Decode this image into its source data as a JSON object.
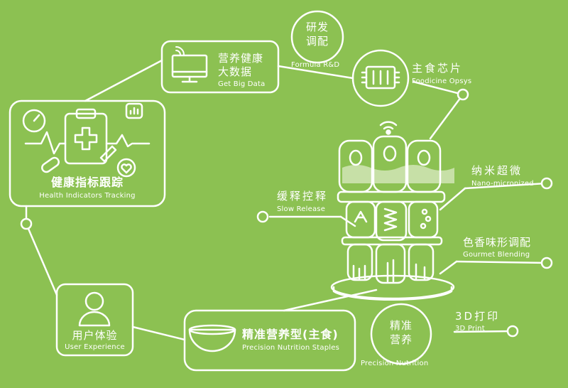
{
  "colors": {
    "background": "#8cc152",
    "foreground": "#ffffff",
    "cup_fill": "#c7e0a7"
  },
  "nodes": {
    "big_data": {
      "zh_line1": "营养健康",
      "zh_line2": "大数据",
      "en": "Get Big Data",
      "icon": "monitor-wifi-icon"
    },
    "rnd": {
      "zh_line1": "研发",
      "zh_line2": "调配",
      "en": "Formula R&D"
    },
    "foodicine": {
      "zh": "主食芯片",
      "en": "Foodicine Opsys",
      "icon": "chip-icon"
    },
    "health": {
      "zh": "健康指标跟踪",
      "en": "Health Indicators Tracking",
      "icon": "medical-clipboard-icon"
    },
    "nano": {
      "zh": "纳米超微",
      "en": "Nano-micronized"
    },
    "slow": {
      "zh": "缓释控释",
      "en": "Slow Release"
    },
    "gourmet": {
      "zh": "色香味形调配",
      "en": "Gourmet Blending"
    },
    "user": {
      "zh": "用户体验",
      "en": "User Experience",
      "icon": "user-icon"
    },
    "staples": {
      "zh": "精准营养型(主食)",
      "en": "Precision Nutrition Staples",
      "icon": "bowl-icon"
    },
    "precision": {
      "zh_line1": "精准",
      "zh_line2": "营养",
      "en": "Precision Nutrition"
    },
    "print3d": {
      "zh": "3D打印",
      "en": "3D Print"
    }
  }
}
